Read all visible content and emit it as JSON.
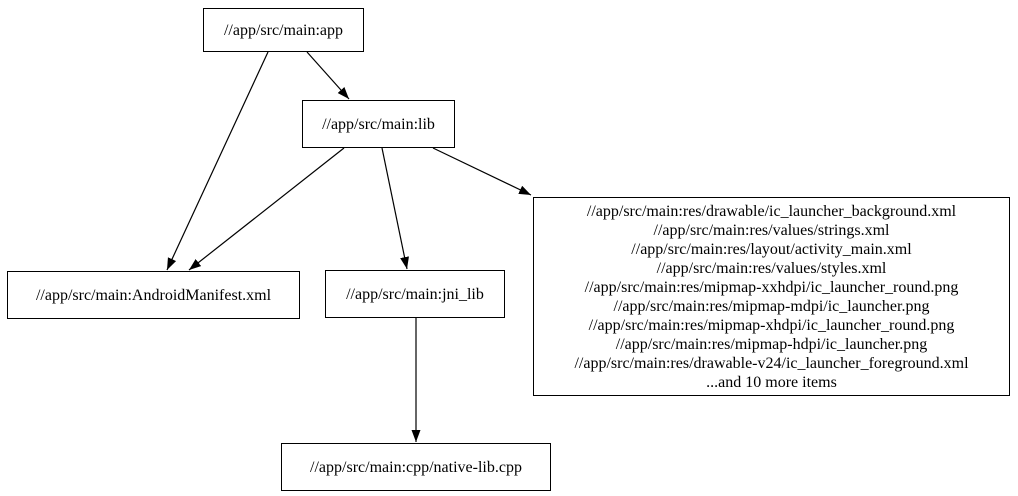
{
  "graph": {
    "background_color": "#ffffff",
    "node_border_color": "#000000",
    "edge_color": "#000000",
    "text_color": "#000000",
    "nodes": {
      "app": {
        "label": "//app/src/main:app"
      },
      "lib": {
        "label": "//app/src/main:lib"
      },
      "android_manifest": {
        "label": "//app/src/main:AndroidManifest.xml"
      },
      "jni_lib": {
        "label": "//app/src/main:jni_lib"
      },
      "resources": {
        "lines": [
          "//app/src/main:res/drawable/ic_launcher_background.xml",
          "//app/src/main:res/values/strings.xml",
          "//app/src/main:res/layout/activity_main.xml",
          "//app/src/main:res/values/styles.xml",
          "//app/src/main:res/mipmap-xxhdpi/ic_launcher_round.png",
          "//app/src/main:res/mipmap-mdpi/ic_launcher.png",
          "//app/src/main:res/mipmap-xhdpi/ic_launcher_round.png",
          "//app/src/main:res/mipmap-hdpi/ic_launcher.png",
          "//app/src/main:res/drawable-v24/ic_launcher_foreground.xml",
          "...and 10 more items"
        ]
      },
      "native_lib": {
        "label": "//app/src/main:cpp/native-lib.cpp"
      }
    },
    "edges": [
      {
        "from": "app",
        "to": "lib"
      },
      {
        "from": "app",
        "to": "android_manifest"
      },
      {
        "from": "lib",
        "to": "android_manifest"
      },
      {
        "from": "lib",
        "to": "jni_lib"
      },
      {
        "from": "lib",
        "to": "resources"
      },
      {
        "from": "jni_lib",
        "to": "native_lib"
      }
    ]
  }
}
